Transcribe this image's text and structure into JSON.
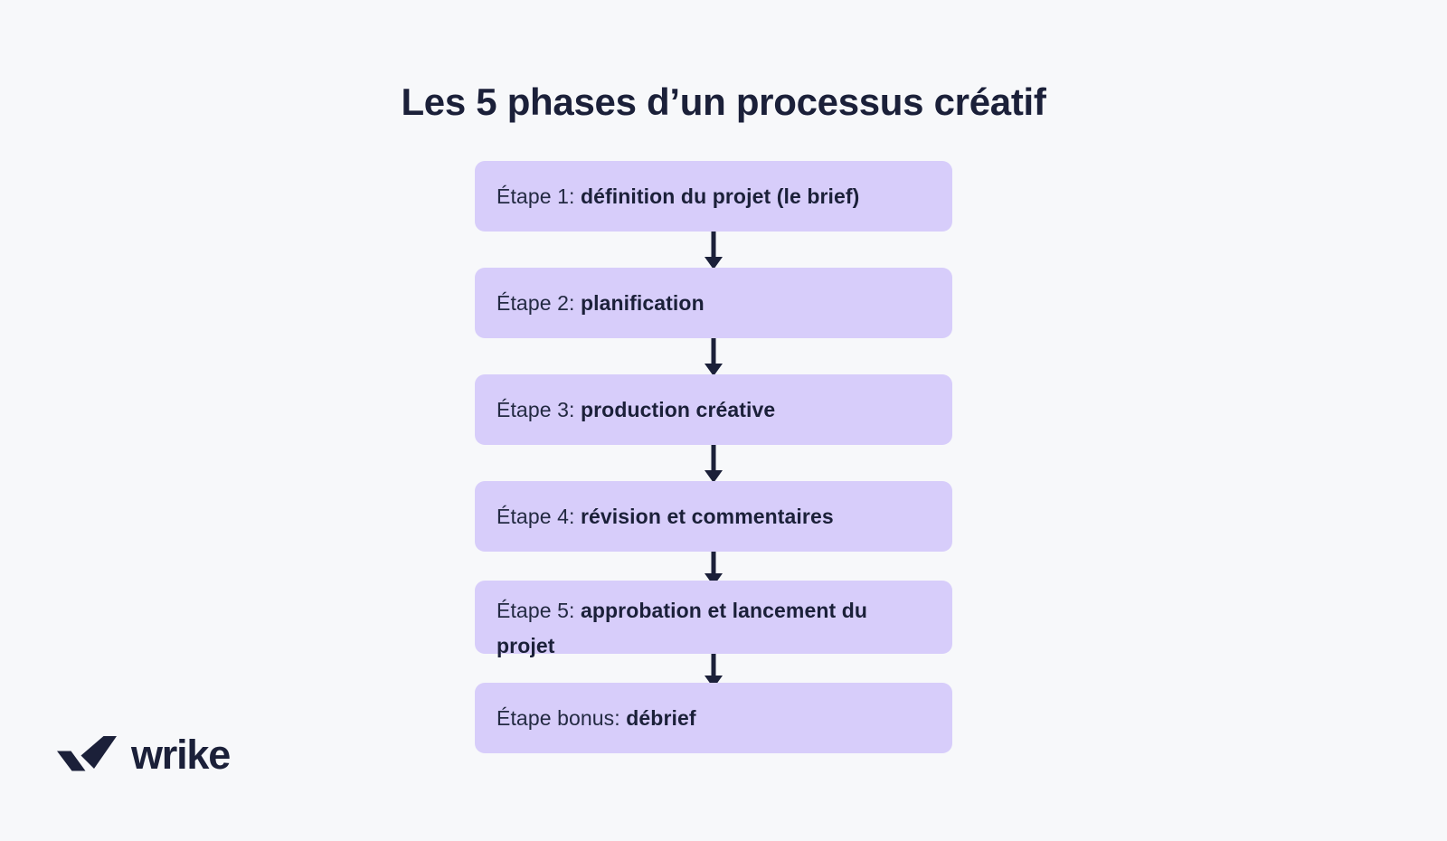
{
  "page": {
    "background_color": "#F7F8FA",
    "title": "Les 5 phases d’un processus créatif"
  },
  "theme": {
    "box_fill": "#D7CDFA",
    "text_color": "#1B2039",
    "arrow_color": "#1B2039",
    "logo_color": "#1B2039"
  },
  "flow": {
    "steps": [
      {
        "label": "Étape 1: ",
        "value": "définition du projet (le brief)",
        "lines": 1
      },
      {
        "label": "Étape 2: ",
        "value": "planification",
        "lines": 1
      },
      {
        "label": "Étape 3: ",
        "value": "production créative",
        "lines": 1
      },
      {
        "label": "Étape 4: ",
        "value": "révision et commentaires",
        "lines": 1
      },
      {
        "label": "Étape 5: ",
        "value": "approbation et lancement du projet",
        "lines": 2
      },
      {
        "label": "Étape bonus: ",
        "value": "débrief",
        "lines": 1
      }
    ],
    "arrow_count": 5,
    "arrow_direction": "down"
  },
  "branding": {
    "logo_mark_name": "wrike-checkmark-logo",
    "wordmark": "wrike"
  }
}
